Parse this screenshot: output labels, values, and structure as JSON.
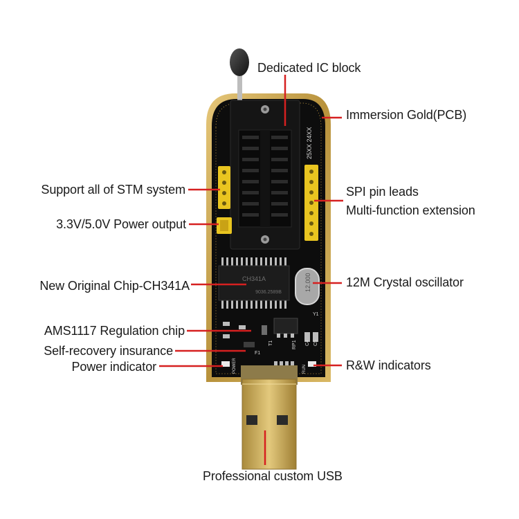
{
  "colors": {
    "leader_line": "#d62020",
    "pcb_black": "#0d0d0d",
    "gold_edge": "#c9a24a",
    "socket_black": "#141414",
    "usb_gold": "#c8a552",
    "header_yellow": "#e9c520",
    "label_text": "#1a1a1a"
  },
  "annotations": {
    "dedicated_ic_block": "Dedicated IC block",
    "immersion_gold": "Immersion Gold(PCB)",
    "support_stm": "Support all of STM system",
    "spi_pin_leads": "SPI pin leads",
    "multi_function": "Multi-function extension",
    "power_output": "3.3V/5.0V Power output",
    "ch341a_chip": "New Original Chip-CH341A",
    "crystal_oscillator": "12M Crystal oscillator",
    "ams1117": "AMS1117 Regulation chip",
    "self_recovery": "Self-recovery insurance",
    "power_indicator": "Power indicator",
    "rw_indicators": "R&W indicators",
    "professional_usb": "Professional custom USB"
  },
  "board_markings": {
    "crystal": "12.000",
    "chip": "CH341A",
    "chip_code": "9036.2589B",
    "silk_power": "POWER",
    "silk_run": "RUN",
    "silk_y1": "Y1",
    "silk_f1": "F1",
    "silk_t1": "T1",
    "silk_rp1": "RP1",
    "silk_c4": "C4",
    "silk_c5": "C5",
    "silk_24x": "25XX  24XX"
  }
}
